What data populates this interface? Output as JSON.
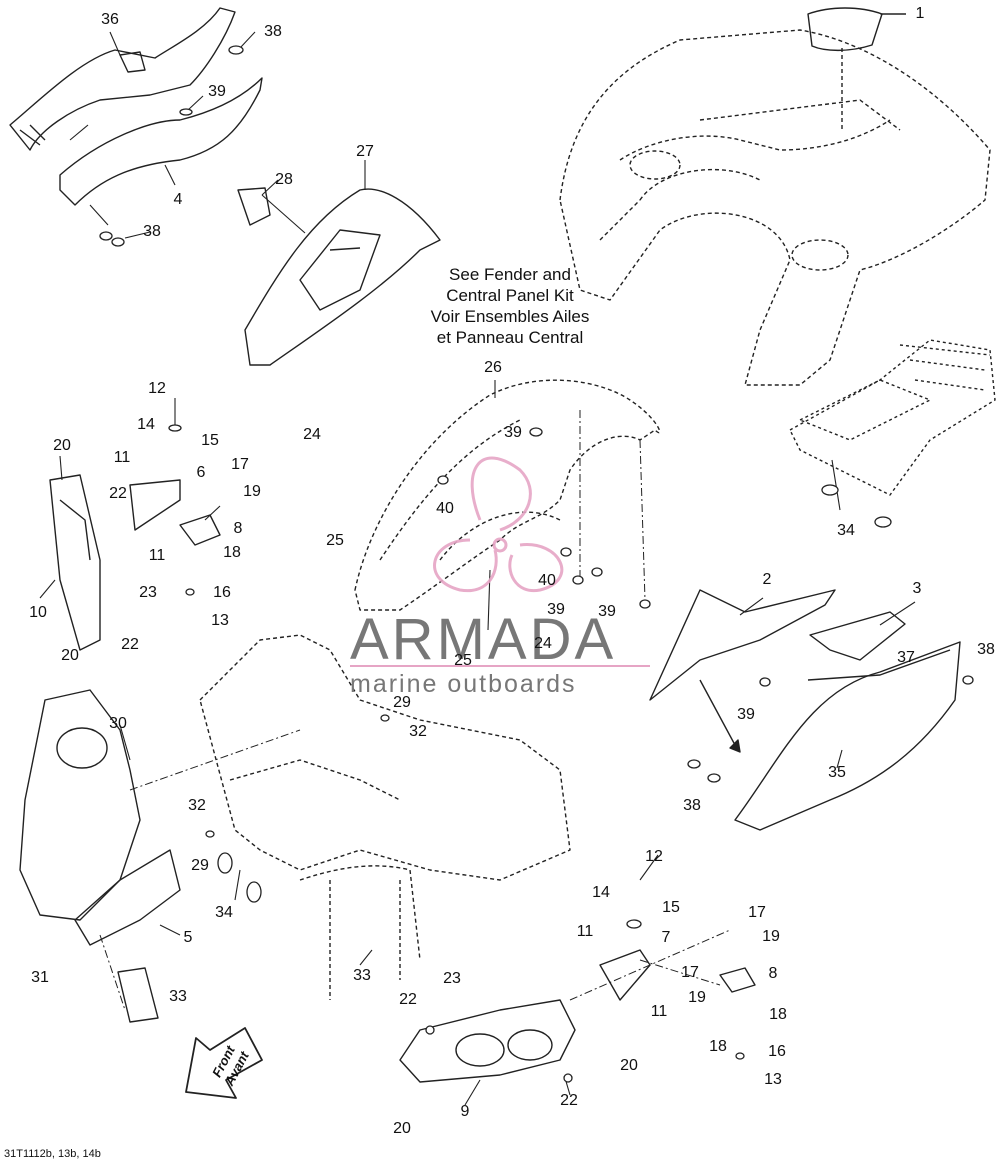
{
  "diagram": {
    "kit_note": [
      "See Fender and",
      "Central Panel Kit",
      "Voir Ensembles Ailes",
      "et Panneau Central"
    ],
    "brand_name": "ARMADA",
    "brand_tagline": "marine outboards",
    "direction_label": [
      "Front",
      "Avant"
    ],
    "reference_code": "31T1112b, 13b, 14b",
    "accent_color": "#e6a5c5",
    "line_color": "#222222",
    "callouts": [
      {
        "label": "36"
      },
      {
        "label": "38"
      },
      {
        "label": "39"
      },
      {
        "label": "4"
      },
      {
        "label": "38"
      },
      {
        "label": "1"
      },
      {
        "label": "27"
      },
      {
        "label": "28"
      },
      {
        "label": "26"
      },
      {
        "label": "12"
      },
      {
        "label": "14"
      },
      {
        "label": "15"
      },
      {
        "label": "20"
      },
      {
        "label": "11"
      },
      {
        "label": "6"
      },
      {
        "label": "17"
      },
      {
        "label": "19"
      },
      {
        "label": "22"
      },
      {
        "label": "8"
      },
      {
        "label": "11"
      },
      {
        "label": "18"
      },
      {
        "label": "23"
      },
      {
        "label": "16"
      },
      {
        "label": "10"
      },
      {
        "label": "13"
      },
      {
        "label": "20"
      },
      {
        "label": "22"
      },
      {
        "label": "24"
      },
      {
        "label": "25"
      },
      {
        "label": "39"
      },
      {
        "label": "40"
      },
      {
        "label": "40"
      },
      {
        "label": "39"
      },
      {
        "label": "39"
      },
      {
        "label": "24"
      },
      {
        "label": "25"
      },
      {
        "label": "34"
      },
      {
        "label": "2"
      },
      {
        "label": "3"
      },
      {
        "label": "37"
      },
      {
        "label": "38"
      },
      {
        "label": "39"
      },
      {
        "label": "35"
      },
      {
        "label": "38"
      },
      {
        "label": "30"
      },
      {
        "label": "29"
      },
      {
        "label": "32"
      },
      {
        "label": "32"
      },
      {
        "label": "29"
      },
      {
        "label": "34"
      },
      {
        "label": "5"
      },
      {
        "label": "31"
      },
      {
        "label": "33"
      },
      {
        "label": "33"
      },
      {
        "label": "12"
      },
      {
        "label": "14"
      },
      {
        "label": "15"
      },
      {
        "label": "11"
      },
      {
        "label": "7"
      },
      {
        "label": "17"
      },
      {
        "label": "19"
      },
      {
        "label": "17"
      },
      {
        "label": "8"
      },
      {
        "label": "19"
      },
      {
        "label": "18"
      },
      {
        "label": "18"
      },
      {
        "label": "11"
      },
      {
        "label": "23"
      },
      {
        "label": "22"
      },
      {
        "label": "16"
      },
      {
        "label": "20"
      },
      {
        "label": "13"
      },
      {
        "label": "9"
      },
      {
        "label": "22"
      },
      {
        "label": "20"
      }
    ]
  }
}
